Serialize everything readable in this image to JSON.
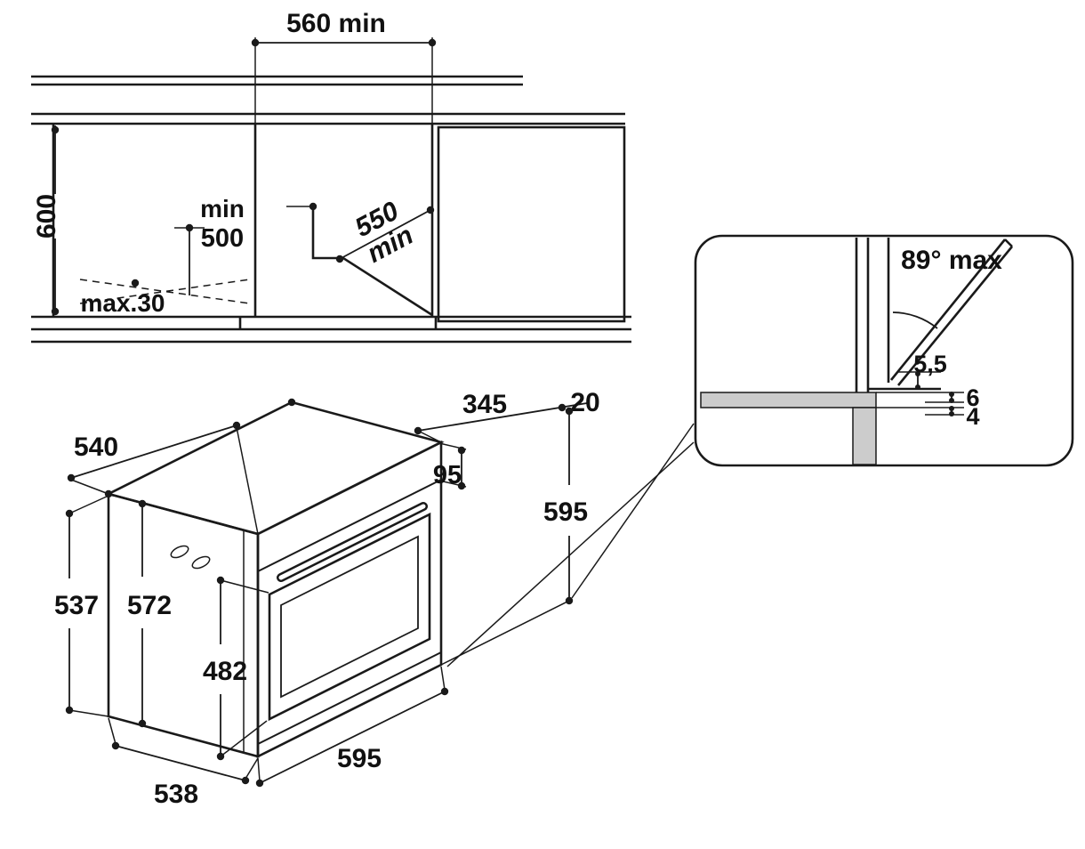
{
  "colors": {
    "line": "#1a1a1a",
    "background": "#ffffff",
    "panel_fill": "#cccccc"
  },
  "cabinet_section": {
    "niche_width": "560 min",
    "column_height": "600",
    "clearance_min_label": "min",
    "clearance_min_value": "500",
    "niche_depth_value": "550",
    "niche_depth_min": "min",
    "plinth_recess": "max.30"
  },
  "oven": {
    "top_rear_distance": "345",
    "rear_offset": "20",
    "top_depth": "540",
    "fascia_height": "95",
    "overall_height": "595",
    "back_height": "537",
    "side_height": "572",
    "door_height": "482",
    "front_width": "595",
    "base_depth": "538"
  },
  "door_detail": {
    "max_opening_angle": "89° max",
    "hinge_clearance": "5,5",
    "top_gap": "6",
    "bottom_gap": "4"
  }
}
